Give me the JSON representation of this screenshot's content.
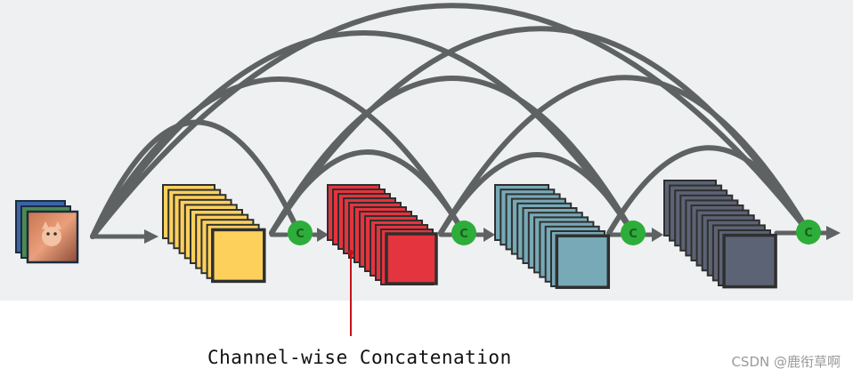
{
  "caption": "Channel-wise Concatenation",
  "watermark": "CSDN @鹿衔草啊",
  "concat_symbol": "C",
  "colors": {
    "background": "#eef0f1",
    "arrow": "#5f6262",
    "block1": "#fdd05c",
    "block2": "#e4343e",
    "block3": "#77a9b6",
    "block4": "#5c6374",
    "concat_node": "#2dad3a",
    "pointer": "#c8101a"
  },
  "icons": [
    "input-image-stack-icon",
    "concat-node-icon"
  ]
}
